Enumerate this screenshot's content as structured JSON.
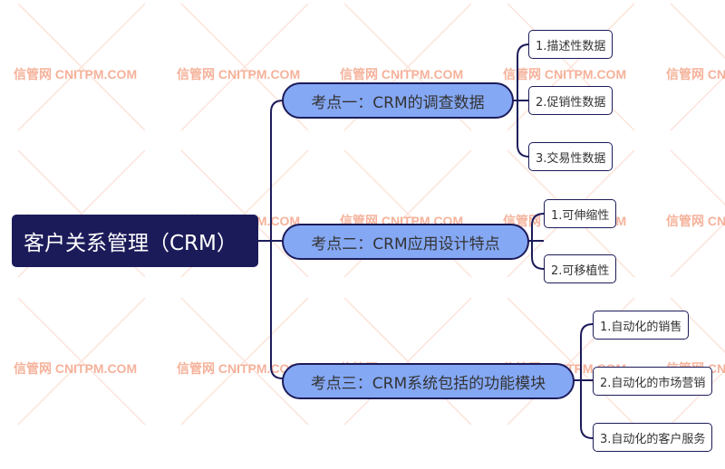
{
  "watermark": {
    "text": "信管网 CNITPM.COM",
    "color": "#f4a58a"
  },
  "colors": {
    "root_bg": "#1c1b5a",
    "topic_bg": "#85a8f5",
    "line": "#1c1b5a"
  },
  "root": {
    "label": "客户关系管理（CRM）"
  },
  "topics": [
    {
      "label": "考点一：CRM的调查数据",
      "children": [
        "1.描述性数据",
        "2.促销性数据",
        "3.交易性数据"
      ]
    },
    {
      "label": "考点二：CRM应用设计特点",
      "children": [
        "1.可伸缩性",
        "2.可移植性"
      ]
    },
    {
      "label": "考点三：CRM系统包括的功能模块",
      "children": [
        "1.自动化的销售",
        "2.自动化的市场营销",
        "3.自动化的客户服务"
      ]
    }
  ]
}
